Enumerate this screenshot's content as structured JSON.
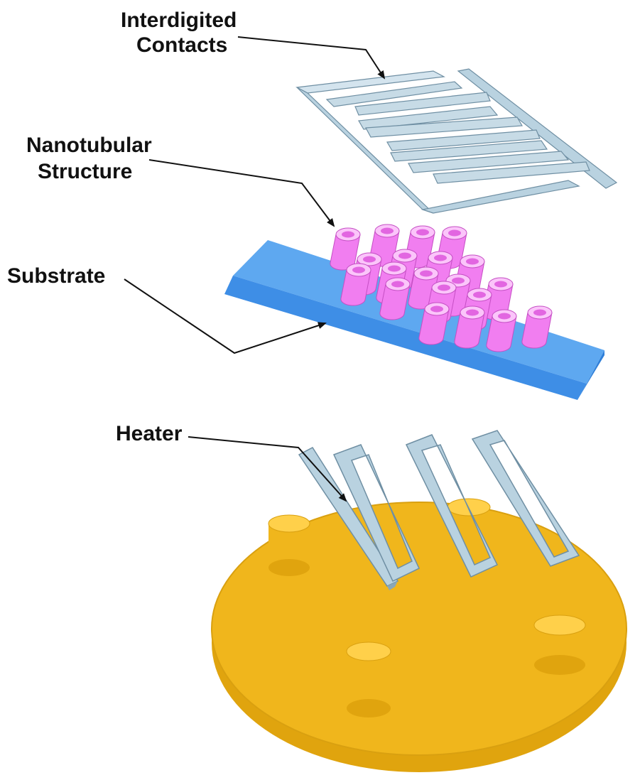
{
  "labels": {
    "contacts_line1": "Interdigited",
    "contacts_line2": "Contacts",
    "nano_line1": "Nanotubular",
    "nano_line2": "Structure",
    "substrate": "Substrate",
    "heater": "Heater"
  },
  "colors": {
    "contact_metal": "#b9d2e0",
    "substrate_top": "#5ea8f0",
    "substrate_side": "#3e8ee6",
    "nanotube": "#f17ef0",
    "base_top": "#f0b61c",
    "base_side": "#e0a40e",
    "heater_metal": "#b9d2e0",
    "text": "#111111"
  }
}
